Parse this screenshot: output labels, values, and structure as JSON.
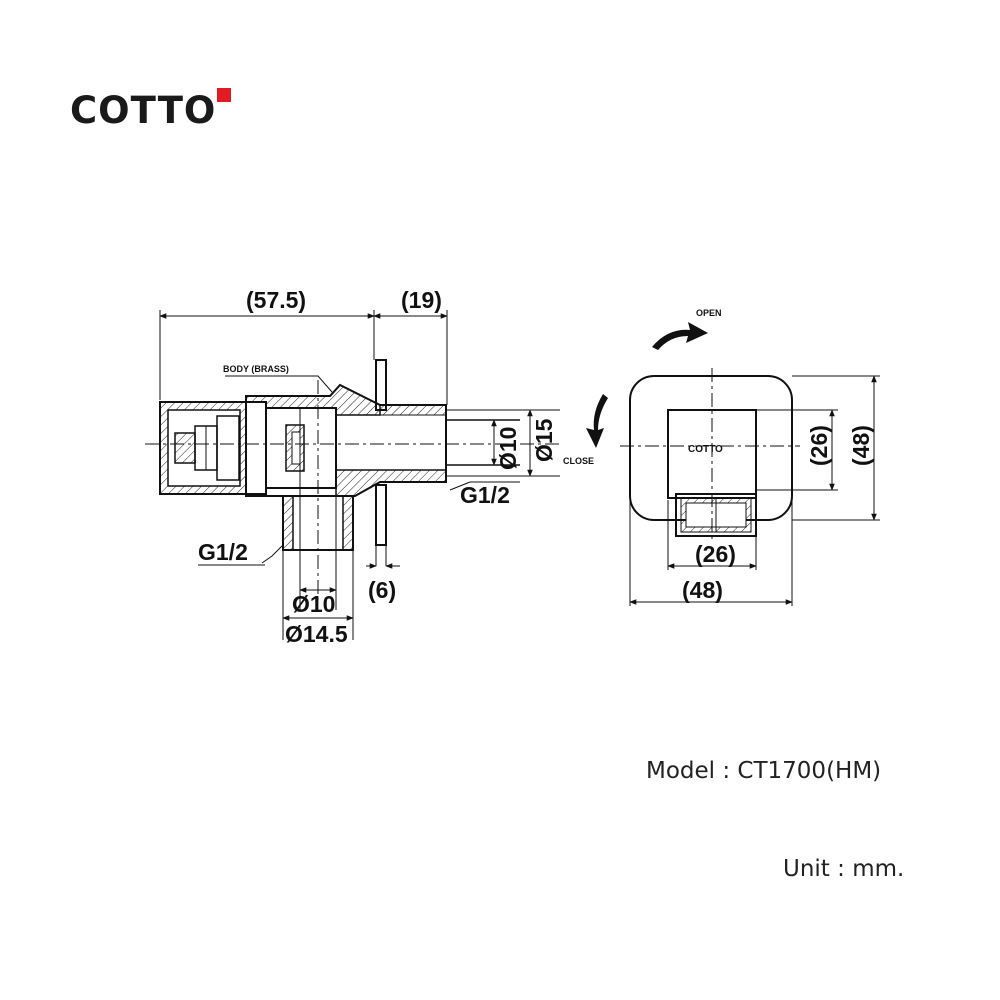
{
  "brand": {
    "name": "COTTO",
    "mark_color": "#e31b23"
  },
  "side_view": {
    "dims": {
      "body_length": "(57.5)",
      "outlet_length": "(19)",
      "inner_dia_top": "Ø10",
      "outer_dia_top": "Ø15",
      "thread_outlet": "G1/2",
      "thread_inlet": "G1/2",
      "flange_thickness": "(6)",
      "inner_dia_bottom": "Ø10",
      "outer_dia_bottom": "Ø14.5"
    },
    "body_label": "BODY (BRASS)"
  },
  "front_view": {
    "dims": {
      "inner_height": "(26)",
      "outer_height": "(48)",
      "inner_width": "(26)",
      "outer_width": "(48)"
    },
    "open_label": "OPEN",
    "close_label": "CLOSE",
    "handle_logo": "COTTO"
  },
  "footer": {
    "model": "Model : CT1700(HM)",
    "unit": "Unit : mm."
  }
}
